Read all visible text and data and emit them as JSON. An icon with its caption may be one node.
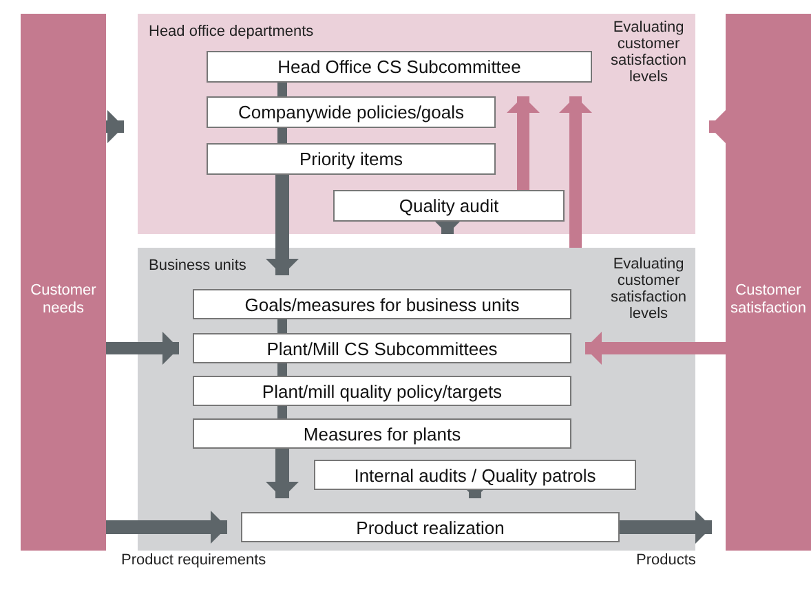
{
  "diagram": {
    "nodes": [
      {
        "text": [
          "Customer needs"
        ]
      },
      {
        "text": [
          "Head office departments",
          "Evaluating customer satisfaction levels"
        ]
      },
      {
        "text": [
          "Head Office CS Subcommittee"
        ],
        "in": 1
      },
      {
        "text": [
          "Companywide policies/goals"
        ],
        "in": 1
      },
      {
        "text": [
          "Priority items"
        ],
        "in": 1
      },
      {
        "text": [
          "Quality audit"
        ],
        "in": 1
      },
      {
        "text": [
          "Business units",
          "Evaluating customer satisfaction levels"
        ]
      },
      {
        "text": [
          "Goals/measures for business units"
        ],
        "in": 6
      },
      {
        "text": [
          "Plant/Mill CS Subcommittees"
        ],
        "in": 6
      },
      {
        "text": [
          "Plant/mill quality policy/targets"
        ],
        "in": 6
      },
      {
        "text": [
          "Measures for plants"
        ],
        "in": 6
      },
      {
        "text": [
          "Internal audits / Quality patrols"
        ],
        "in": 6
      },
      {
        "text": [
          "Product realization"
        ],
        "in": 6
      },
      {
        "text": [
          "Customer satisfaction"
        ]
      }
    ],
    "edges": [
      {
        "from": 0,
        "to": 1,
        "arrow": "to"
      },
      {
        "from": 13,
        "to": 1,
        "arrow": "to",
        "color": "#c47a8f"
      },
      {
        "from": 2,
        "to": 3,
        "arrow": "none"
      },
      {
        "from": 3,
        "to": 4,
        "arrow": "none"
      },
      {
        "from": 4,
        "to": 7,
        "arrow": "to"
      },
      {
        "from": 5,
        "to": 2,
        "arrow": "to",
        "color": "#c47a8f"
      },
      {
        "from": 6,
        "to": 2,
        "arrow": "to",
        "color": "#c47a8f"
      },
      {
        "from": 5,
        "to": 6,
        "arrow": "to"
      },
      {
        "from": 0,
        "to": 8,
        "arrow": "to"
      },
      {
        "from": 13,
        "to": 8,
        "arrow": "to",
        "color": "#c47a8f"
      },
      {
        "from": 7,
        "to": 8,
        "arrow": "none"
      },
      {
        "from": 8,
        "to": 9,
        "arrow": "none"
      },
      {
        "from": 9,
        "to": 10,
        "arrow": "none"
      },
      {
        "from": 10,
        "to": 12,
        "arrow": "to"
      },
      {
        "from": 11,
        "to": 12,
        "arrow": "to"
      },
      {
        "from": 0,
        "to": 12,
        "arrow": "to"
      },
      {
        "from": 12,
        "to": 13,
        "arrow": "to"
      }
    ],
    "labels": [
      "Product requirements",
      "Products"
    ]
  }
}
